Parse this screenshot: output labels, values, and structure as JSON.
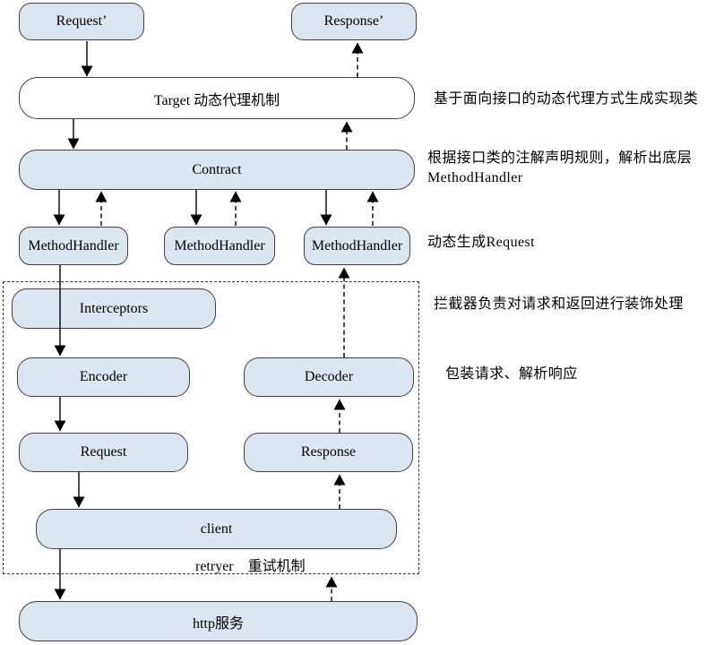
{
  "diagram": {
    "nodes": {
      "request_prime": {
        "label": "Request’"
      },
      "response_prime": {
        "label": "Response’"
      },
      "target": {
        "label": "Target 动态代理机制"
      },
      "contract": {
        "label": "Contract"
      },
      "method_handler_1": {
        "label": "MethodHandler"
      },
      "method_handler_2": {
        "label": "MethodHandler"
      },
      "method_handler_3": {
        "label": "MethodHandler"
      },
      "interceptors": {
        "label": "Interceptors"
      },
      "encoder": {
        "label": "Encoder"
      },
      "decoder": {
        "label": "Decoder"
      },
      "request": {
        "label": "Request"
      },
      "response": {
        "label": "Response"
      },
      "client": {
        "label": "client"
      },
      "http_service": {
        "label": "http服务"
      }
    },
    "retryer_label": "retryer　重试机制",
    "annotations": {
      "proxy": "基于面向接口的动态代理方式生成实现类",
      "contract_line1": "根据接口类的注解声明规则，解析出底层",
      "contract_line2": "MethodHandler",
      "method_handler": "动态生成Request",
      "interceptor": "拦截器负责对请求和返回进行装饰处理",
      "codec": "包装请求、解析响应"
    }
  },
  "colors": {
    "node_fill": "#dce6f1",
    "node_border": "#404040",
    "arrow": "#000000",
    "dashed_container_border": "#333333",
    "background": "#ffffff"
  }
}
